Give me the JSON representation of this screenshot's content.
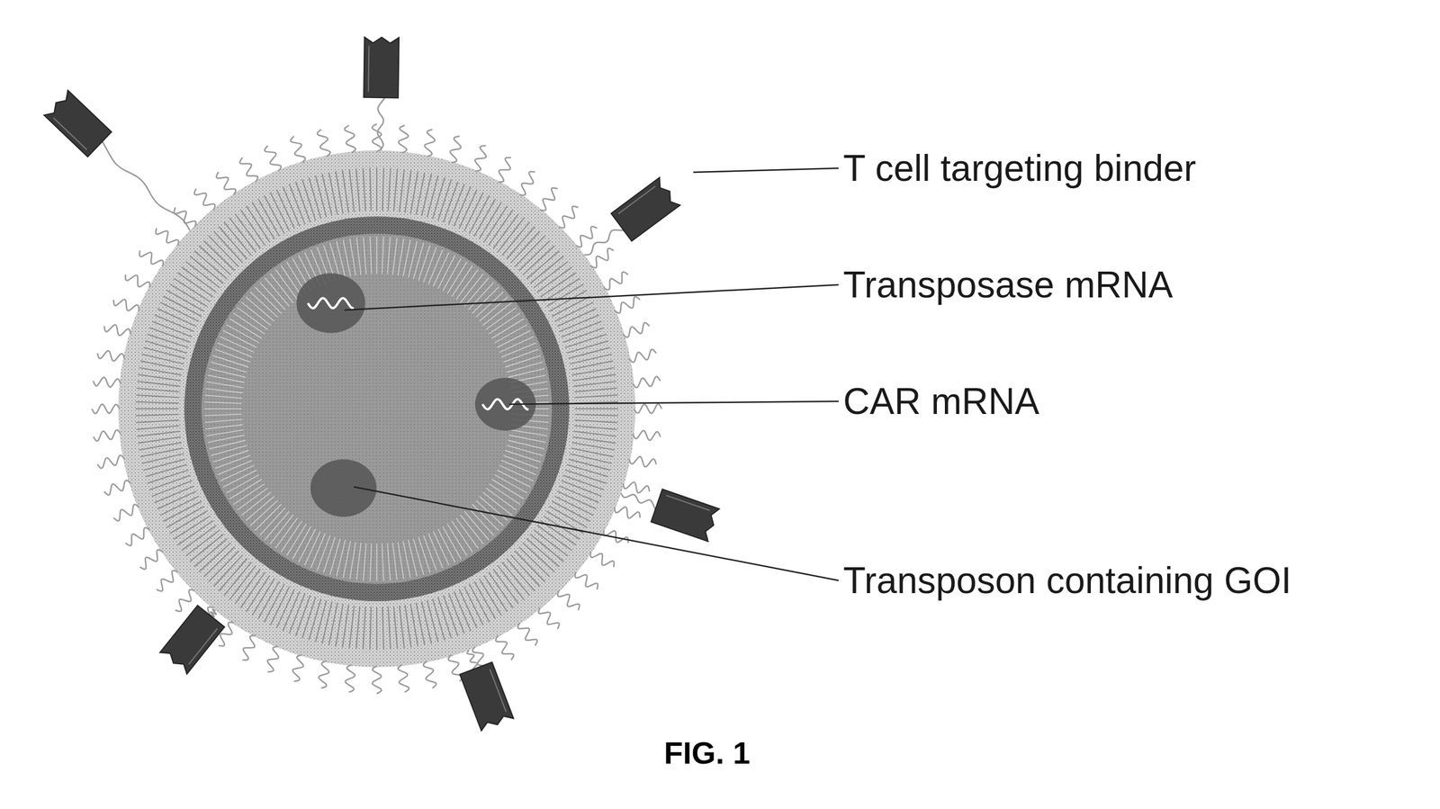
{
  "diagram": {
    "caption": "FIG. 1",
    "labels": [
      "T cell targeting binder",
      "Transposase mRNA",
      "CAR mRNA",
      "Transposon containing GOI"
    ]
  }
}
